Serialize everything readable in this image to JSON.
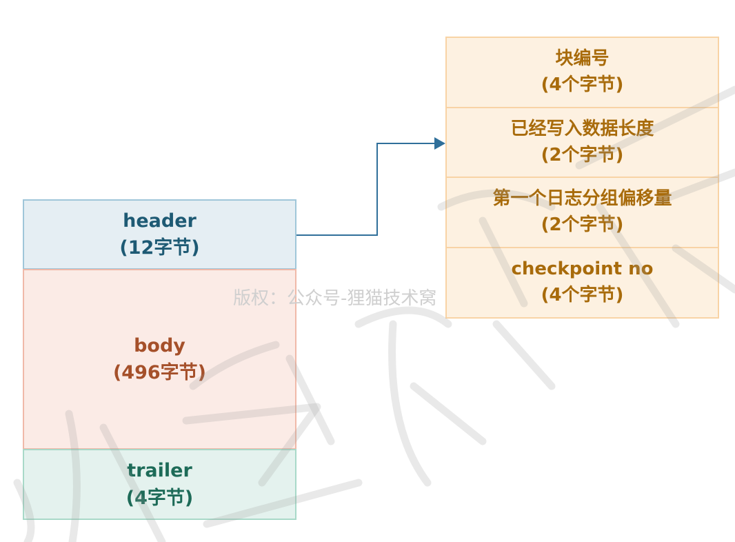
{
  "left_blocks": [
    {
      "name": "header",
      "size": "(12字节)"
    },
    {
      "name": "body",
      "size": "(496字节)"
    },
    {
      "name": "trailer",
      "size": "(4字节)"
    }
  ],
  "header_fields": [
    {
      "name": "块编号",
      "size": "(4个字节)"
    },
    {
      "name": "已经写入数据长度",
      "size": "(2个字节)"
    },
    {
      "name": "第一个日志分组偏移量",
      "size": "(2个字节)"
    },
    {
      "name": "checkpoint no",
      "size": "(4个字节)"
    }
  ],
  "copyright_text": "版权：公众号-狸猫技术窝",
  "colors": {
    "header": "#e5eef3",
    "body": "#fbebe6",
    "trailer": "#e4f2ee",
    "header_fields": "#fdf1e1",
    "arrow": "#2f6f9a"
  }
}
